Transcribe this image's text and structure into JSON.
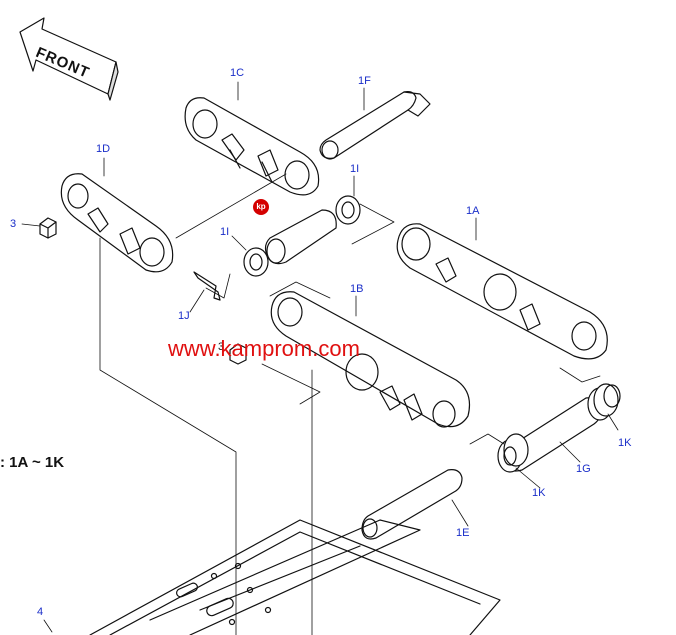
{
  "diagram": {
    "orientation_label": "FRONT",
    "range_label": ": 1A ~ 1K",
    "watermark": "www.kamprom.com",
    "logo_text": "kp",
    "callouts": [
      {
        "id": "1C",
        "text": "1C"
      },
      {
        "id": "1F",
        "text": "1F"
      },
      {
        "id": "1D",
        "text": "1D"
      },
      {
        "id": "1I_top",
        "text": "1I"
      },
      {
        "id": "3_top",
        "text": "3"
      },
      {
        "id": "1I_left",
        "text": "1I"
      },
      {
        "id": "1A",
        "text": "1A"
      },
      {
        "id": "1J",
        "text": "1J"
      },
      {
        "id": "1B",
        "text": "1B"
      },
      {
        "id": "3_mid",
        "text": "3"
      },
      {
        "id": "1K_right",
        "text": "1K"
      },
      {
        "id": "1G",
        "text": "1G"
      },
      {
        "id": "1K_bottom",
        "text": "1K"
      },
      {
        "id": "1E",
        "text": "1E"
      },
      {
        "id": "4",
        "text": "4"
      }
    ],
    "colors": {
      "line": "#111111",
      "callout": "#1a2ec9",
      "watermark": "#e01010"
    }
  }
}
